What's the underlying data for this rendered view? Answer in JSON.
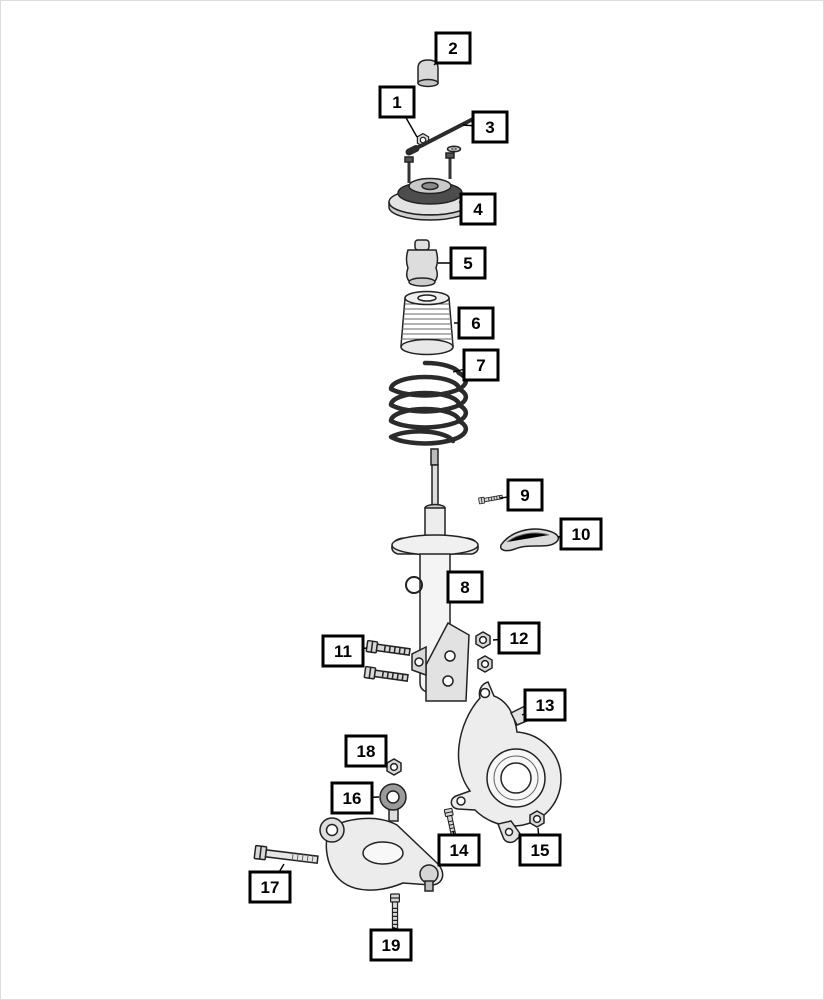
{
  "page": {
    "background": "#ffffff",
    "border_color": "#dcdcdc"
  },
  "diagram": {
    "type": "exploded-parts-diagram",
    "subject": "front-suspension-strut-spring-knuckle-lower-control-arm",
    "line_color": "#1a1a1a",
    "callout_style": {
      "fill": "#ffffff",
      "border": "#000000"
    },
    "callouts": [
      {
        "label": "1",
        "part": "strut-rod-nut"
      },
      {
        "label": "2",
        "part": "dust-cap"
      },
      {
        "label": "3",
        "part": "strut-rod"
      },
      {
        "label": "4",
        "part": "strut-mount"
      },
      {
        "label": "5",
        "part": "jounce-bumper"
      },
      {
        "label": "6",
        "part": "dust-shield"
      },
      {
        "label": "7",
        "part": "coil-spring"
      },
      {
        "label": "8",
        "part": "strut-assembly"
      },
      {
        "label": "9",
        "part": "screw"
      },
      {
        "label": "10",
        "part": "spring-seat-isolator"
      },
      {
        "label": "11",
        "part": "strut-to-knuckle-bolts"
      },
      {
        "label": "12",
        "part": "strut-to-knuckle-nuts"
      },
      {
        "label": "13",
        "part": "steering-knuckle"
      },
      {
        "label": "14",
        "part": "ball-joint-bolt"
      },
      {
        "label": "15",
        "part": "ball-joint-nut"
      },
      {
        "label": "16",
        "part": "lower-control-arm"
      },
      {
        "label": "17",
        "part": "control-arm-pivot-bolt"
      },
      {
        "label": "18",
        "part": "control-arm-nut"
      },
      {
        "label": "19",
        "part": "ball-joint-mounting-bolt"
      }
    ]
  }
}
